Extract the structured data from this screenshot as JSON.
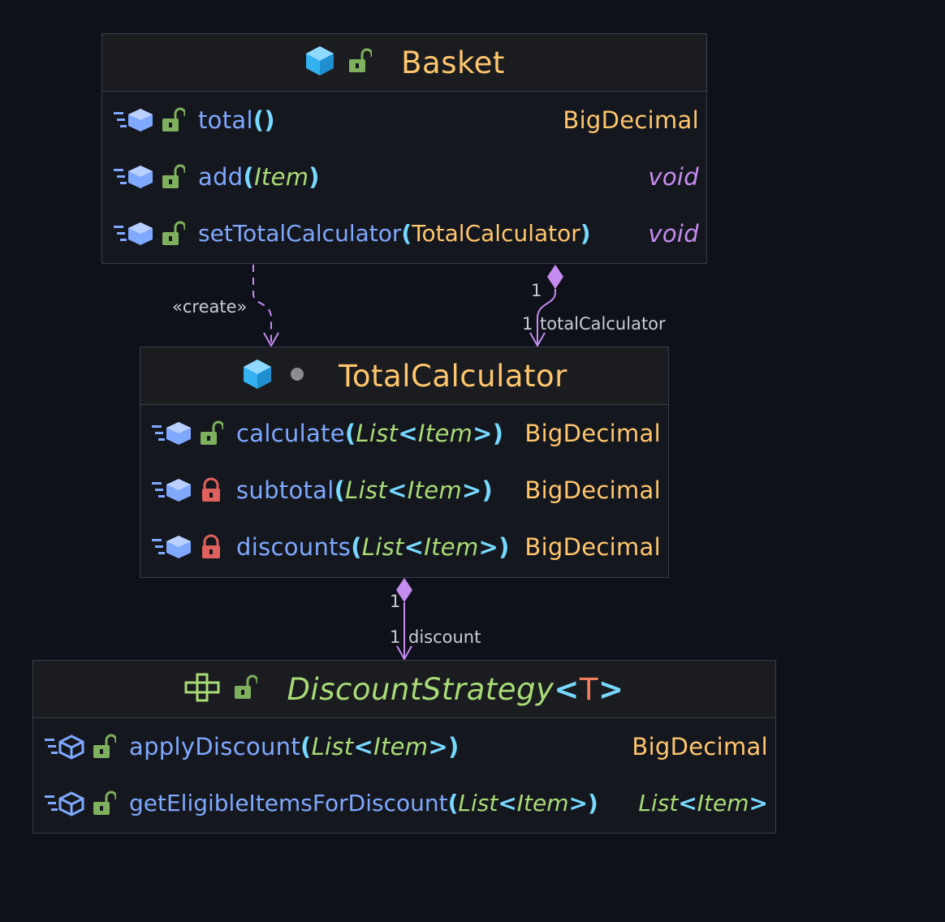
{
  "colors": {
    "background": "#0e1119",
    "class_name": "#ffc66d",
    "interface_name": "#a9dc76",
    "method_name": "#7fa8ff",
    "paren": "#77d9ff",
    "param_type": "#a9dc76",
    "return_type": "#ffc66d",
    "void_type": "#c68cf0",
    "type_param": "#f07f60",
    "public_lock": "#7fb05e",
    "private_lock": "#e0605d",
    "edge": "#c68cf0"
  },
  "classes": [
    {
      "id": "basket",
      "name": "Basket",
      "kind_icon": "class-cube-icon",
      "visibility_icon": "public-unlock-icon",
      "members": [
        {
          "name": "total",
          "open": "(",
          "params": [],
          "close": ")",
          "return": "BigDecimal",
          "return_style": "type",
          "visibility": "public"
        },
        {
          "name": "add",
          "open": "(",
          "params": [
            "Item"
          ],
          "close": ")",
          "return": "void",
          "return_style": "void",
          "visibility": "public"
        },
        {
          "name": "setTotalCalculator",
          "open": "(",
          "params": [
            "TotalCalculator"
          ],
          "close": ")",
          "return": "void",
          "return_style": "void",
          "visibility": "public"
        }
      ]
    },
    {
      "id": "totalcalculator",
      "name": "TotalCalculator",
      "kind_icon": "class-cube-icon",
      "visibility_icon": "package-dot-icon",
      "members": [
        {
          "name": "calculate",
          "open": "(",
          "param_generic": [
            "List",
            "<",
            "Item",
            ">"
          ],
          "close": ")",
          "return": "BigDecimal",
          "return_style": "type",
          "visibility": "public"
        },
        {
          "name": "subtotal",
          "open": "(",
          "param_generic": [
            "List",
            "<",
            "Item",
            ">"
          ],
          "close": ")",
          "return": "BigDecimal",
          "return_style": "type",
          "visibility": "private"
        },
        {
          "name": "discounts",
          "open": "(",
          "param_generic": [
            "List",
            "<",
            "Item",
            ">"
          ],
          "close": ")",
          "return": "BigDecimal",
          "return_style": "type",
          "visibility": "private"
        }
      ]
    },
    {
      "id": "discountstrategy",
      "name": "DiscountStrategy",
      "type_open": "<",
      "type_param": "T",
      "type_close": ">",
      "kind_icon": "interface-icon",
      "visibility_icon": "public-unlock-icon",
      "members": [
        {
          "name": "applyDiscount",
          "open": "(",
          "param_generic": [
            "List",
            "<",
            "Item",
            ">"
          ],
          "close": ")",
          "return": "BigDecimal",
          "return_style": "type",
          "visibility": "public"
        },
        {
          "name": "getEligibleItemsForDiscount",
          "open": "(",
          "param_generic": [
            "List",
            "<",
            "Item",
            ">"
          ],
          "close": ")",
          "return_generic": [
            "List",
            "<",
            "Item",
            ">"
          ],
          "return_style": "generic",
          "visibility": "public"
        }
      ]
    }
  ],
  "relations": [
    {
      "from": "basket",
      "to": "totalcalculator",
      "kind": "dependency",
      "label": "«create»"
    },
    {
      "from": "basket",
      "to": "totalcalculator",
      "kind": "composition",
      "source_multiplicity": "1",
      "target_multiplicity": "1",
      "role": "totalCalculator"
    },
    {
      "from": "totalcalculator",
      "to": "discountstrategy",
      "kind": "composition",
      "source_multiplicity": "1",
      "target_multiplicity": "1",
      "role": "discount"
    }
  ]
}
